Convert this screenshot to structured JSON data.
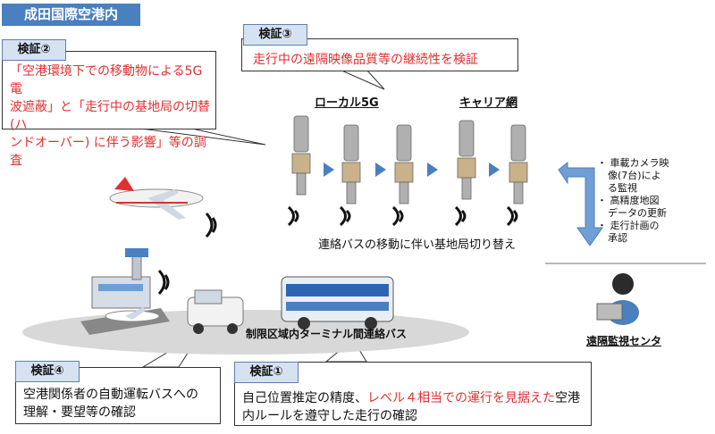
{
  "title": "成田国際空港内",
  "v2": {
    "tag": "検証②",
    "line1": "「空港環境下での移動物による5G電",
    "line2": "波遮蔽」と「走行中の基地局の切替(ハ",
    "line3": "ンドオーバー) に伴う影響」等の調査"
  },
  "v3": {
    "tag": "検証③",
    "text": "走行中の遠隔映像品質等の継続性を検証"
  },
  "labels": {
    "local5g": "ローカル5G",
    "carrier": "キャリア網",
    "handover": "連絡バスの移動に伴い基地局切り替え",
    "bus": "制限区域内ターミナル間連絡バス",
    "center": "遠隔監視センタ"
  },
  "notes": {
    "n1a": "車載カメラ映",
    "n1b": "像(7台)によ",
    "n1c": "る監視",
    "n2a": "高精度地図",
    "n2b": "データの更新",
    "n3a": "走行計画の",
    "n3b": "承認"
  },
  "v4": {
    "tag": "検証④",
    "line1": "空港関係者の自動運転バスへの",
    "line2": "理解・要望等の確認"
  },
  "v1": {
    "tag": "検証①",
    "line1a": "自己位置推定の精度、",
    "line1b": "レベル４相当での運行を見据えた",
    "line1c": "空港",
    "line2": "内ルールを遵守した走行の確認"
  },
  "colors": {
    "accent": "#4a7fc0",
    "red": "#e03030",
    "tag_bg": "#d6e2f1"
  }
}
